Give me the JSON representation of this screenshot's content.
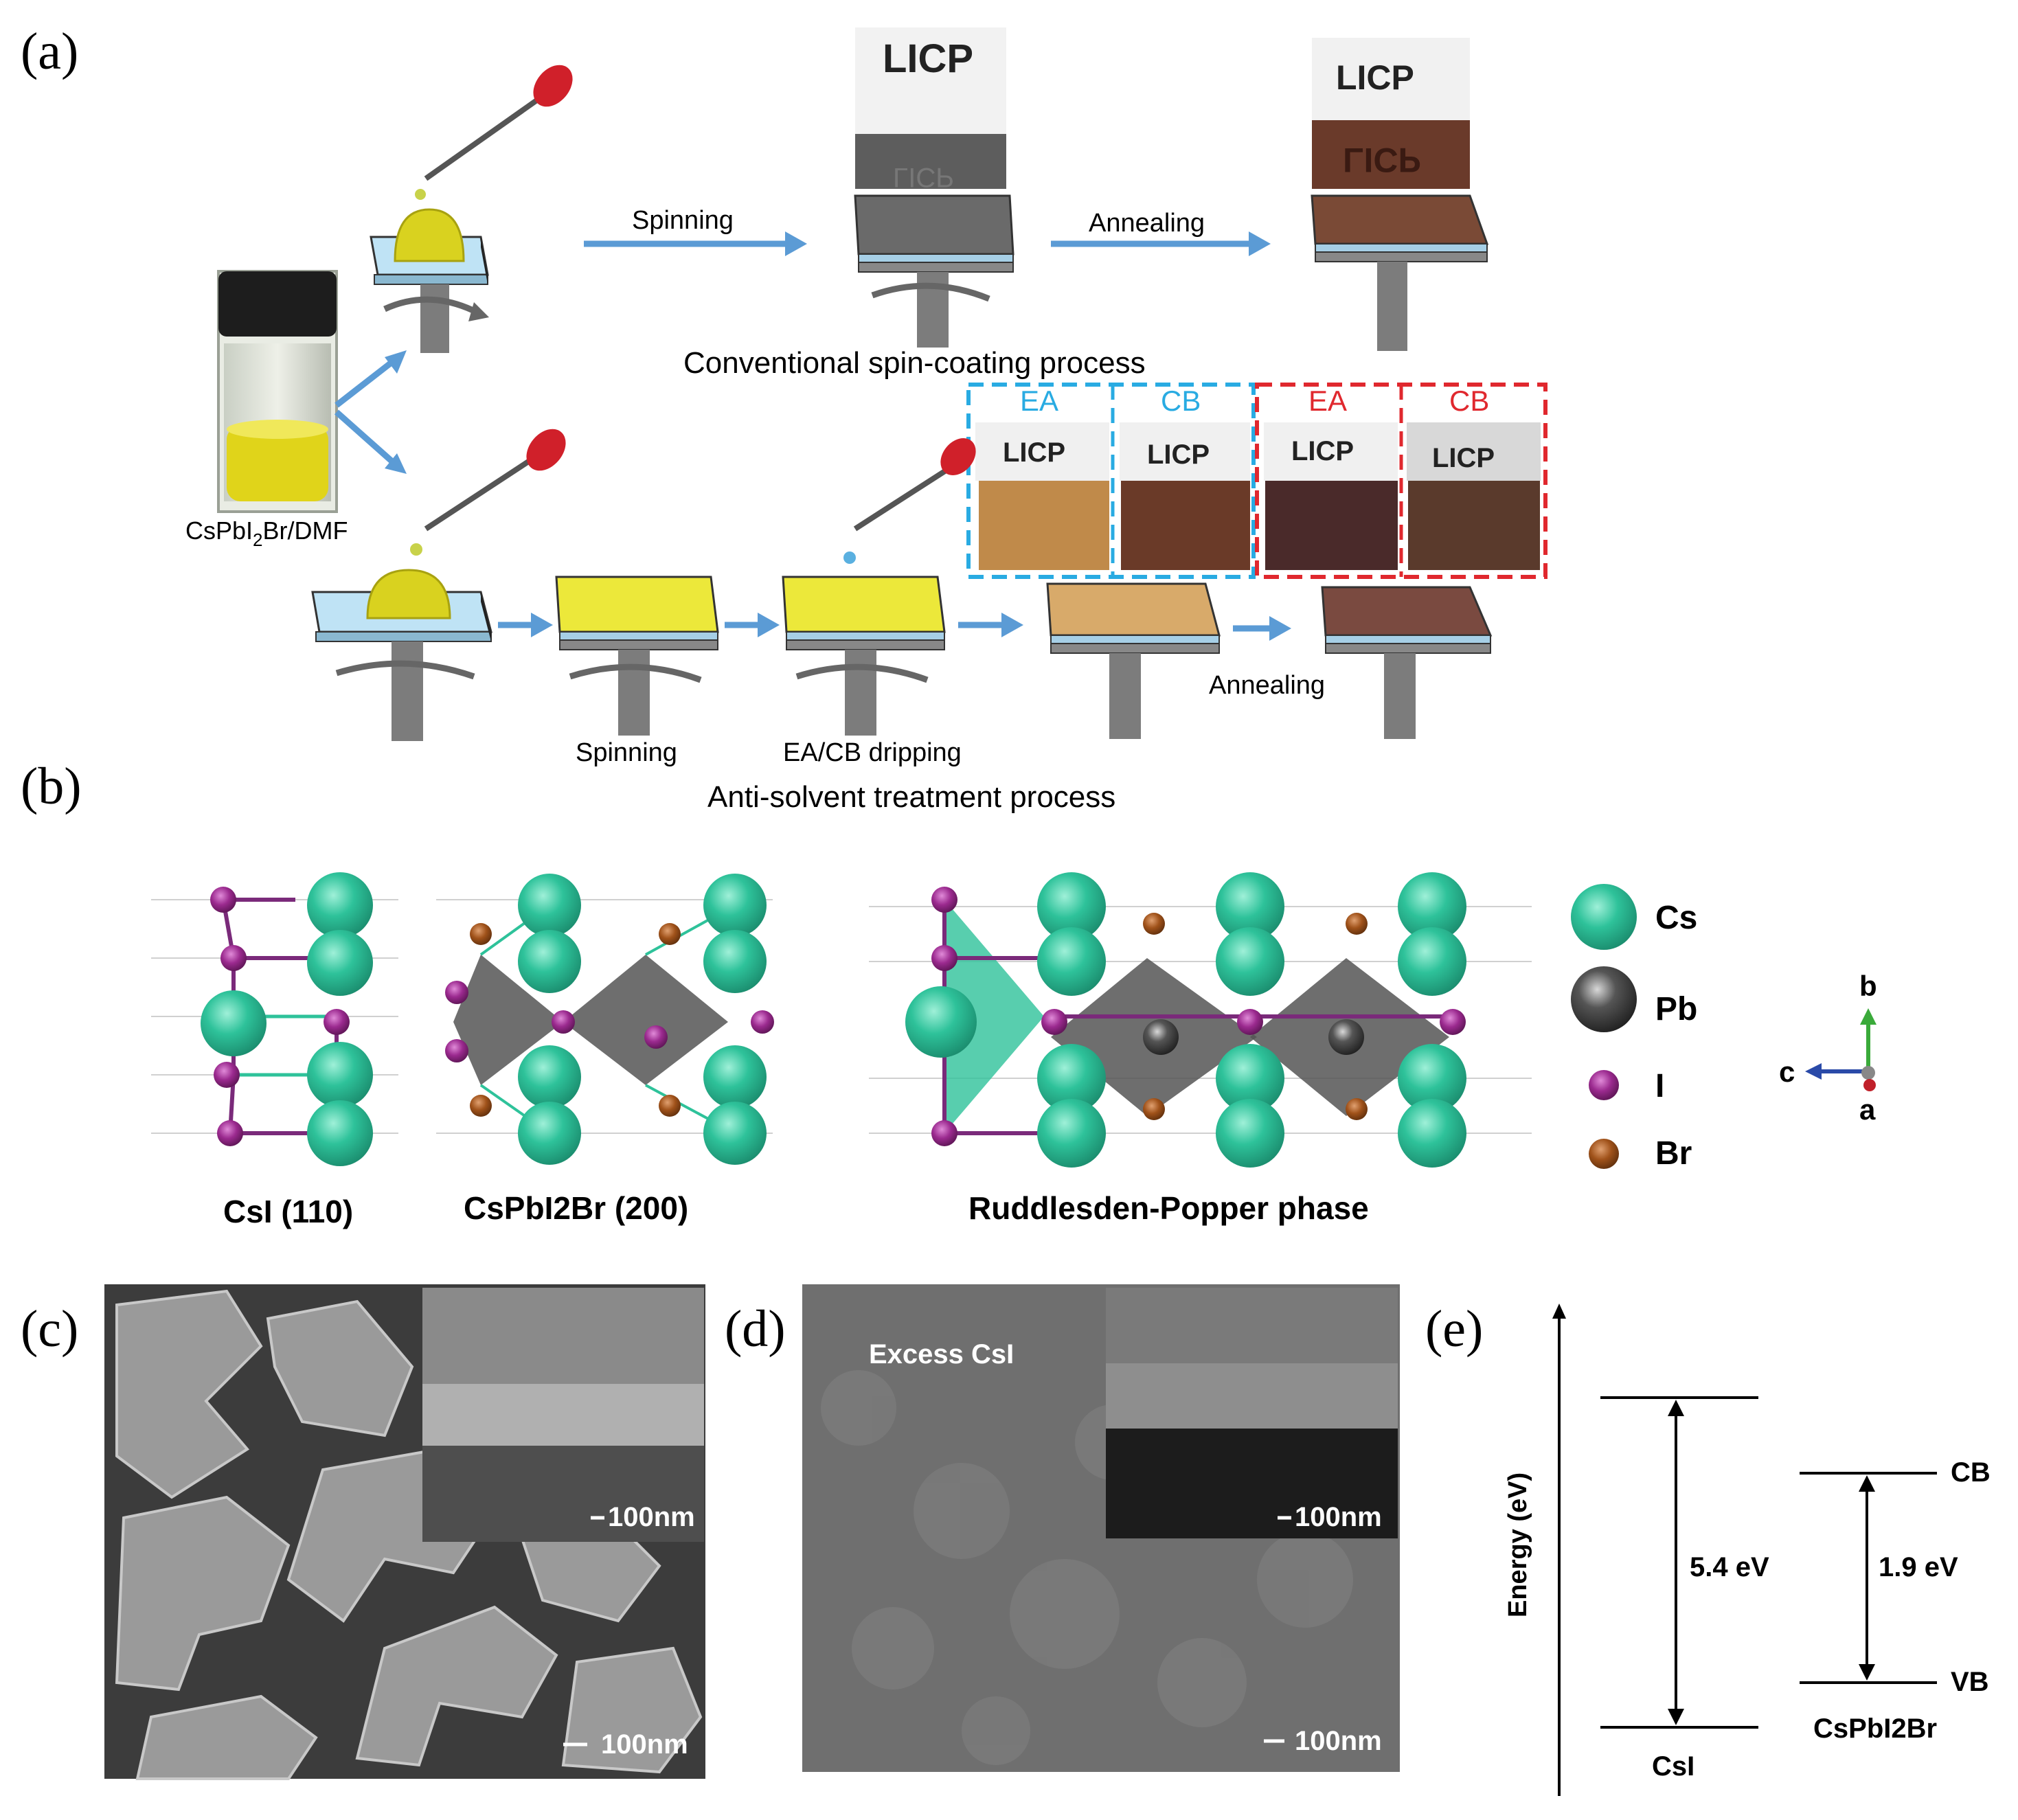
{
  "panels": {
    "a": {
      "label": "(a)",
      "vial_label": "CsPbI",
      "vial_label_sub": "2",
      "vial_label_tail": "Br/DMF",
      "top_steps": [
        "Spinning",
        "Annealing"
      ],
      "top_caption": "Conventional spin-coating process",
      "licp": "LICP",
      "licp_mirror": "LICP",
      "photo_headers": [
        "EA",
        "CB",
        "EA",
        "CB"
      ],
      "bottom_steps": [
        "Spinning",
        "EA/CB dripping",
        "Annealing"
      ],
      "bottom_caption": "Anti-solvent treatment process",
      "colors": {
        "arrow": "#5b9bd5",
        "cyan_box": "#29abe2",
        "red_box": "#e0282e",
        "solution": "#d9d21f",
        "film_yellow": "#ece83a",
        "film_tan": "#d8aa6a",
        "film_brown": "#7a4a36"
      }
    },
    "b": {
      "label": "(b)",
      "structures": [
        "CsI (110)",
        "CsPbI2Br (200)",
        "Ruddlesden-Popper phase"
      ],
      "legend": [
        "Cs",
        "Pb",
        "I",
        "Br"
      ],
      "axes": [
        "b",
        "c",
        "a"
      ],
      "colors": {
        "Cs": "#2ec29a",
        "Pb": "#4a4a4a",
        "I": "#9b2a8f",
        "Br": "#a0521a",
        "octahedron": "#555555"
      }
    },
    "c": {
      "label": "(c)",
      "scale_inset": "100nm",
      "scale_main": "100nm"
    },
    "d": {
      "label": "(d)",
      "overlay": "Excess CsI",
      "scale_inset": "100nm",
      "scale_main": "100nm"
    },
    "e": {
      "label": "(e)",
      "ylabel": "Energy (eV)",
      "csi_gap": "5.4 eV",
      "csi_label": "CsI",
      "perov_gap": "1.9 eV",
      "perov_label": "CsPbI2Br",
      "cb": "CB",
      "vb": "VB"
    }
  }
}
